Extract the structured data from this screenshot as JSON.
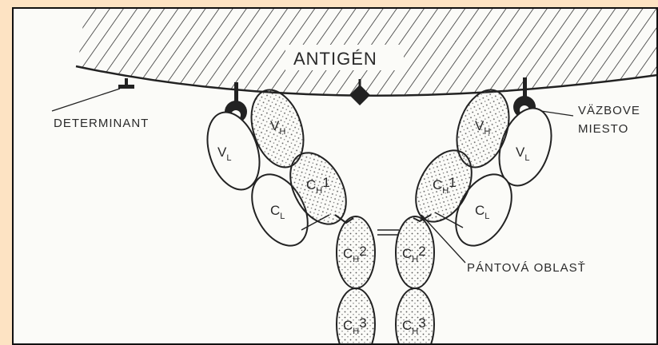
{
  "labels": {
    "antigen": "ANTIGÉN",
    "determinant": "DETERMINANT",
    "binding_site_line1": "VÄZBOVE",
    "binding_site_line2": "MIESTO",
    "hinge_region": "PÁNTOVÁ OBLASŤ"
  },
  "domains": {
    "vh": {
      "main": "V",
      "sub": "H"
    },
    "vl": {
      "main": "V",
      "sub": "L"
    },
    "cl": {
      "main": "C",
      "sub": "L"
    },
    "ch1": {
      "main": "C",
      "sub": "H",
      "suffix": "1"
    },
    "ch2": {
      "main": "C",
      "sub": "H",
      "suffix": "2"
    },
    "ch3": {
      "main": "C",
      "sub": "H",
      "suffix": "3"
    }
  },
  "colors": {
    "page_background": "#fde3c3",
    "panel_background": "#fbfbf8",
    "ink": "#2a2a2a"
  }
}
